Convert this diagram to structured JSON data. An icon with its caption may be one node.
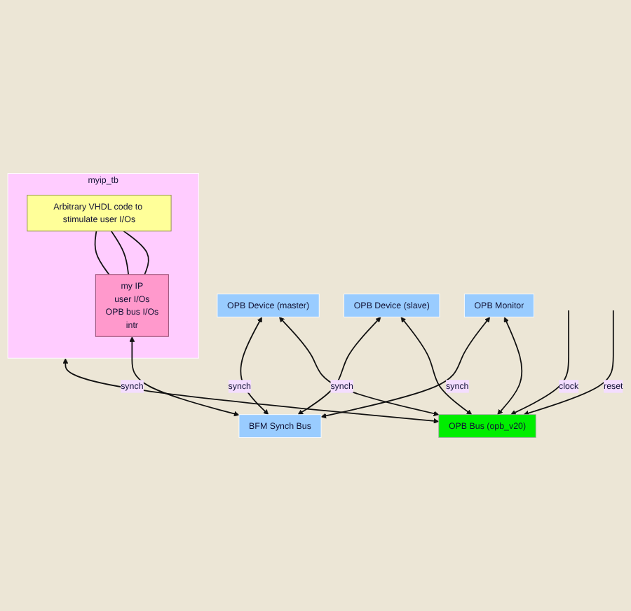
{
  "diagram": {
    "nodes": [
      {
        "text": [
          "OPB Device (master)"
        ]
      },
      {
        "text": [
          "OPB Device (slave)"
        ]
      },
      {
        "text": [
          "OPB Monitor"
        ]
      },
      {
        "text": [
          "myip_tb"
        ]
      },
      {
        "text": [
          "Arbitrary VHDL code to stimulate user I/Os"
        ],
        "in": 3
      },
      {
        "text": [
          "my IP",
          "user I/Os",
          "OPB bus I/Os",
          "intr"
        ],
        "in": 3
      },
      {
        "text": [
          "BFM Synch Bus"
        ]
      },
      {
        "text": [
          "OPB Bus (opb_v20)"
        ]
      }
    ],
    "edges": [
      {
        "from": 0,
        "to": 7,
        "arrow": "both"
      },
      {
        "from": 1,
        "to": 7,
        "arrow": "both"
      },
      {
        "from": 2,
        "to": 7,
        "arrow": "both"
      },
      {
        "from": 3,
        "to": 7,
        "arrow": "both"
      },
      {
        "from": null,
        "to": 7,
        "arrow": "to",
        "label": "clock"
      },
      {
        "from": null,
        "to": 7,
        "arrow": "to",
        "label": "reset"
      },
      {
        "from": 4,
        "to": 5,
        "arrow": "none"
      },
      {
        "from": 4,
        "to": 5,
        "arrow": "none"
      },
      {
        "from": 4,
        "to": 5,
        "arrow": "none"
      },
      {
        "from": 0,
        "to": 6,
        "arrow": "both",
        "label": "synch"
      },
      {
        "from": 1,
        "to": 6,
        "arrow": "both",
        "label": "synch"
      },
      {
        "from": 2,
        "to": 6,
        "arrow": "both",
        "label": "synch"
      },
      {
        "from": 5,
        "to": 6,
        "arrow": "both",
        "label": "synch"
      }
    ]
  }
}
